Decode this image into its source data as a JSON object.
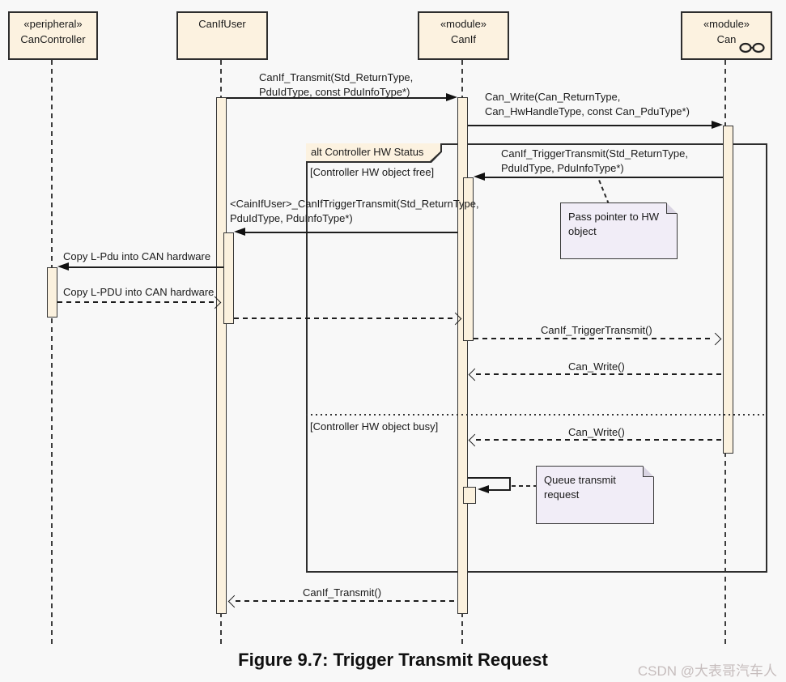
{
  "page": {
    "caption": "Figure 9.7: Trigger Transmit Request",
    "watermark": "CSDN @大表哥汽车人",
    "background": "#f8f8f8"
  },
  "colors": {
    "element_fill": "#fcf2e0",
    "element_border": "#2e2e2e",
    "activation_fill": "#fbf1de",
    "note_fill": "#f1edf7",
    "line": "#1d1d1d",
    "watermark": "#c6bdbd"
  },
  "lifelines": [
    {
      "stereotype": "«peripheral»",
      "name": "CanController"
    },
    {
      "stereotype": "",
      "name": "CanIfUser"
    },
    {
      "stereotype": "«module»",
      "name": "CanIf"
    },
    {
      "stereotype": "«module»",
      "name": "Can",
      "icon": "linked-interfaces-icon"
    }
  ],
  "fragment": {
    "operator_label": "alt Controller HW Status",
    "guards": [
      "[Controller HW object free]",
      "[Controller HW object busy]"
    ]
  },
  "messages": [
    "CanIf_Transmit(Std_ReturnType,\nPduIdType, const PduInfoType*)",
    "Can_Write(Can_ReturnType,\nCan_HwHandleType, const Can_PduType*)",
    "CanIf_TriggerTransmit(Std_ReturnType,\nPduIdType, PduInfoType*)",
    "<CainIfUser>_CanIfTriggerTransmit(Std_ReturnType,\nPduIdType, PduInfoType*)",
    "Copy L-Pdu into CAN hardware",
    "Copy L-PDU into CAN hardware",
    "CanIf_TriggerTransmit()",
    "Can_Write()",
    "Can_Write()",
    "CanIf_Transmit()"
  ],
  "notes": [
    "Pass pointer to HW\nobject",
    "Queue transmit request"
  ]
}
